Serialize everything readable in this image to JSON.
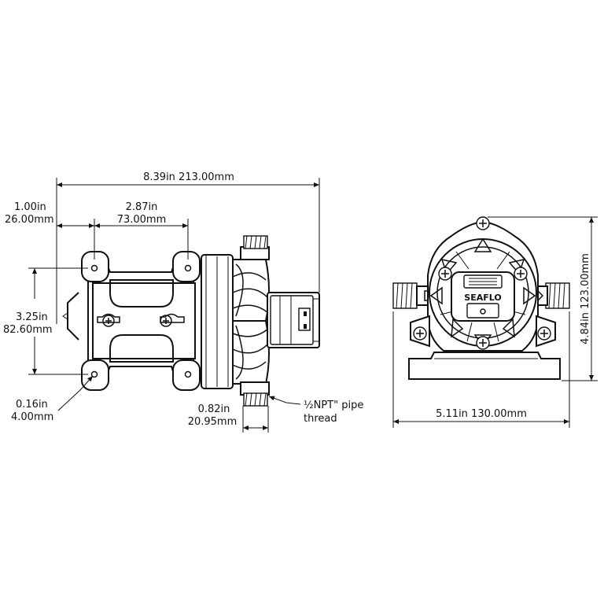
{
  "dimensions": {
    "overall_length": "8.39in  213.00mm",
    "offset_in": "1.00in",
    "offset_mm": "26.00mm",
    "hole_spacing_in": "2.87in",
    "hole_spacing_mm": "73.00mm",
    "mount_height_in": "3.25in",
    "mount_height_mm": "82.60mm",
    "hole_dia_in": "0.16in",
    "hole_dia_mm": "4.00mm",
    "port_width_in": "0.82in",
    "port_width_mm": "20.95mm",
    "thread_line1": "½NPT\" pipe",
    "thread_line2": "thread",
    "front_width": "5.11in  130.00mm",
    "front_height": "4.84in  123.00mm"
  },
  "logo_text": "SEAFLO"
}
